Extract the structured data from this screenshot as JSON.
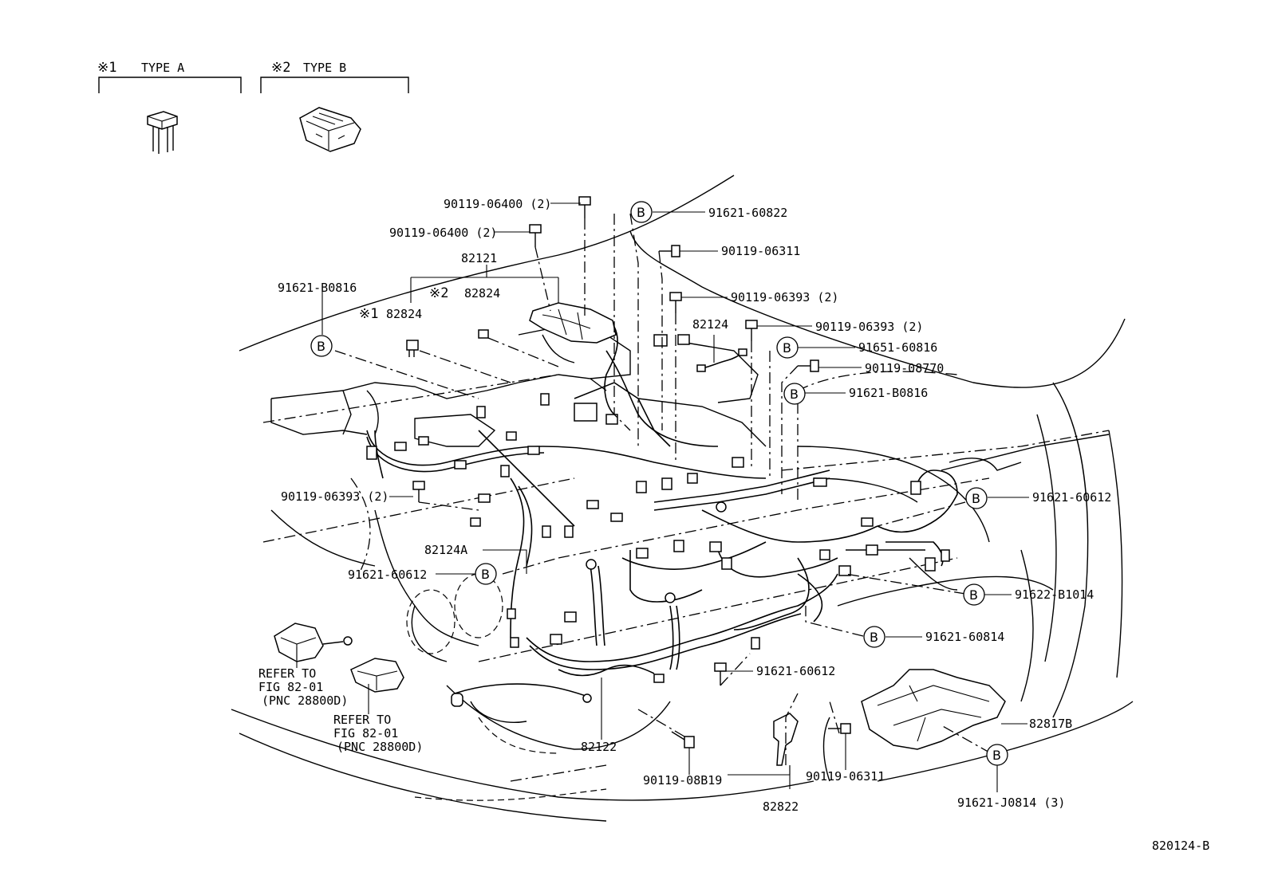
{
  "legend": {
    "type_a_mark": "※1",
    "type_a_label": "TYPE A",
    "type_b_mark": "※2",
    "type_b_label": "TYPE B"
  },
  "circle_symbol": "B",
  "callouts": {
    "c1": "90119-06400 (2)",
    "c2": "90119-06400 (2)",
    "c3": "91621-60822",
    "c4": "90119-06311",
    "c5": "82121",
    "c6": "91621-B0816",
    "c7_mark": "※2",
    "c7": "82824",
    "c8_mark": "※1",
    "c8": "82824",
    "c9": "90119-06393 (2)",
    "c10": "82124",
    "c11": "90119-06393 (2)",
    "c12": "91651-60816",
    "c13": "90119-08770",
    "c14": "91621-B0816",
    "c15": "90119-06393 (2)",
    "c16": "91621-60612",
    "c17": "82124A",
    "c18": "91621-60612",
    "c19": "91622-B1014",
    "c20": "91621-60814",
    "c21": "91621-60612",
    "c22": "82817B",
    "c23": "82122",
    "c24": "90119-08B19",
    "c25": "82822",
    "c26": "90119-06311",
    "c27": "91621-J0814 (3)"
  },
  "refer1": {
    "line1": "REFER TO",
    "line2": "FIG 82-01",
    "line3": "(PNC 28800D)"
  },
  "refer2": {
    "line1": "REFER TO",
    "line2": "FIG 82-01",
    "line3": "(PNC 28800D)"
  },
  "figure_id": "820124-B"
}
